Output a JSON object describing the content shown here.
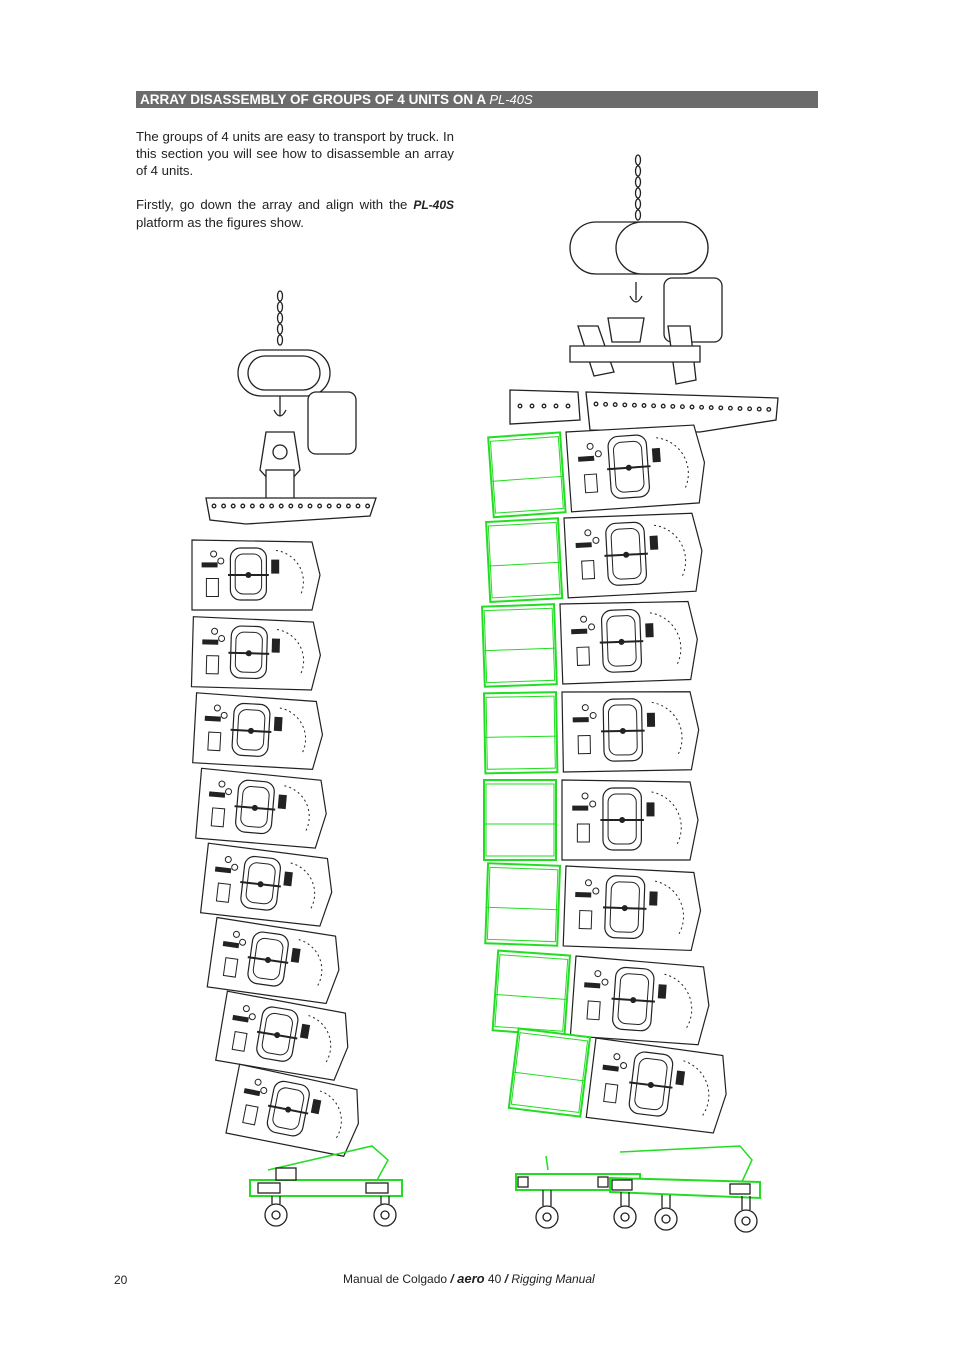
{
  "section": {
    "title": "ARRAY DISASSEMBLY OF GROUPS OF 4 UNITS ON A",
    "title_model": "PL-40S"
  },
  "body": {
    "p1": "The groups of 4 units are easy to transport by truck. In this section you will see how to disassemble an array of 4 units.",
    "p2_before": "Firstly, go down the array and align with the",
    "p2_model": "PL-40S",
    "p2_after": "platform as the figures show."
  },
  "figures": {
    "left_cabinets": 8,
    "right_cabinets": 8,
    "highlight_color": "#22dd22",
    "line_color": "#222222"
  },
  "footer": {
    "page_number": "20",
    "es_label": "Manual  de  Colgado",
    "sep1": "/",
    "brand": "aero",
    "model_number": "40",
    "sep2": "/",
    "en_label": "Rigging  Manual"
  }
}
